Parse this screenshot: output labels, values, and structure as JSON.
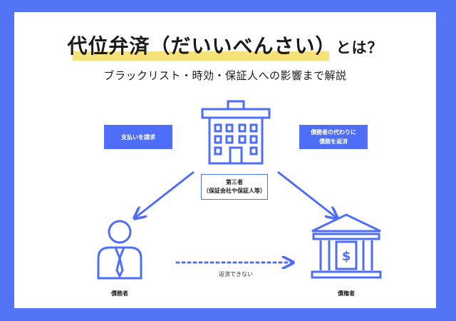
{
  "title": {
    "main": "代位弁済（だいいべんさい）",
    "tail": "とは？"
  },
  "subtitle": "ブラックリスト・時効・保証人への影響まで解説",
  "boxes": {
    "left": "支払いを請求",
    "right_line1": "債務者の代わりに",
    "right_line2": "債務を返済"
  },
  "guarantor": {
    "line1": "第三者",
    "line2": "（保証会社や保証人等）"
  },
  "labels": {
    "debtor": "債務者",
    "creditor": "債権者",
    "cannot_repay": "返済できない"
  },
  "icons": {
    "building": "office-building-icon",
    "person": "businessman-icon",
    "bank": "bank-icon"
  },
  "colors": {
    "frame": "#5274f5",
    "accent": "#4f6ef7",
    "highlight": "#f7e27a"
  }
}
